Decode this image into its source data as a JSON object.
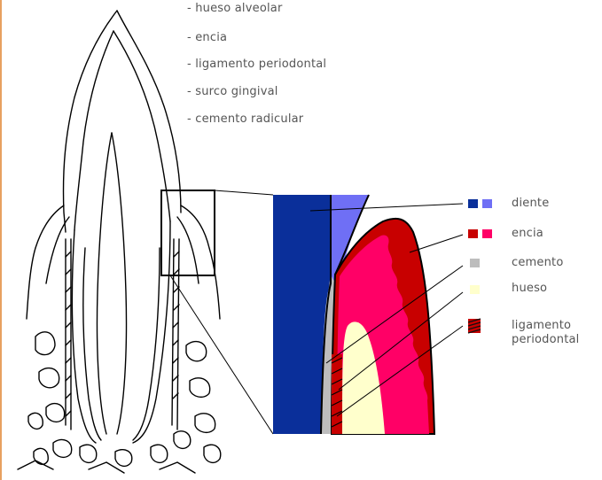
{
  "top_list": [
    "- hueso alveolar",
    "- encia",
    "- ligamento periodontal",
    "- surco gingival",
    "- cemento radicular"
  ],
  "legend": {
    "diente": {
      "label": "diente",
      "colors": [
        "#0a2f9a",
        "#6f6ff5"
      ]
    },
    "encia": {
      "label": "encia",
      "colors": [
        "#c80000",
        "#ff0066"
      ]
    },
    "cemento": {
      "label": "cemento",
      "colors": [
        "#bdbdbd"
      ]
    },
    "hueso": {
      "label": "hueso",
      "colors": [
        "#ffffcc"
      ]
    },
    "ligamento": {
      "label_line1": "ligamento",
      "label_line2": "periodontal",
      "colors": [
        "#c80000",
        "#111111"
      ]
    }
  },
  "colors": {
    "frame_border": "#e8a060",
    "text": "#555555",
    "outline": "#000000"
  }
}
